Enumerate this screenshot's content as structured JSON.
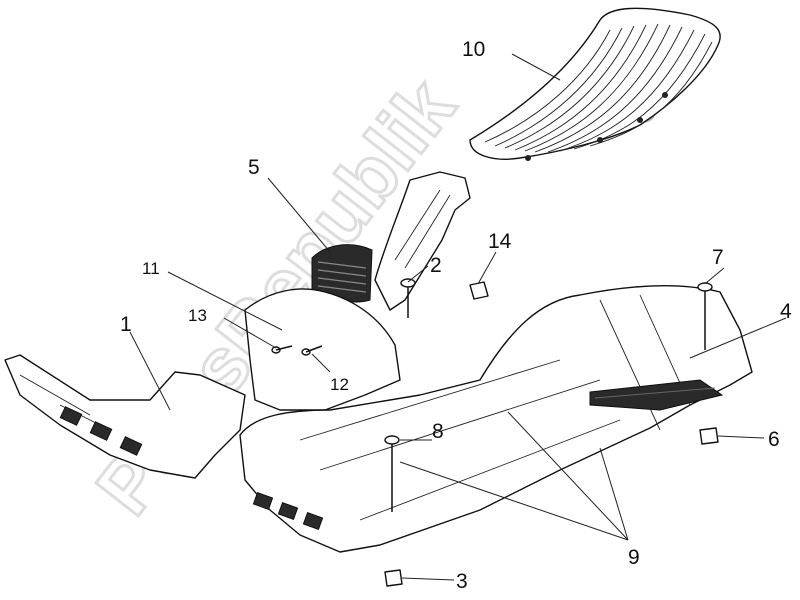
{
  "watermark": "PartsRepublik",
  "callouts": [
    {
      "id": "1",
      "label": "1"
    },
    {
      "id": "2",
      "label": "2"
    },
    {
      "id": "3",
      "label": "3"
    },
    {
      "id": "4",
      "label": "4"
    },
    {
      "id": "5",
      "label": "5"
    },
    {
      "id": "6",
      "label": "6"
    },
    {
      "id": "7",
      "label": "7"
    },
    {
      "id": "8",
      "label": "8"
    },
    {
      "id": "9",
      "label": "9"
    },
    {
      "id": "10",
      "label": "10"
    },
    {
      "id": "11",
      "label": "11"
    },
    {
      "id": "12",
      "label": "12"
    },
    {
      "id": "13",
      "label": "13"
    },
    {
      "id": "14",
      "label": "14"
    }
  ]
}
